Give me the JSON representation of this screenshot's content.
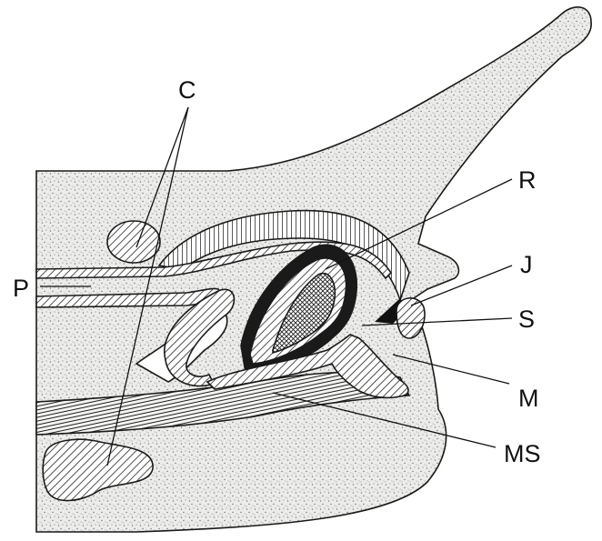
{
  "labels": {
    "C": "C",
    "P": "P",
    "R": "R",
    "J": "J",
    "S": "S",
    "M": "M",
    "MS": "MS"
  },
  "colors": {
    "stipple_bg": "#ececea",
    "stipple_dot": "#7a7a78",
    "ink": "#1a1a1a",
    "background": "#ffffff"
  }
}
